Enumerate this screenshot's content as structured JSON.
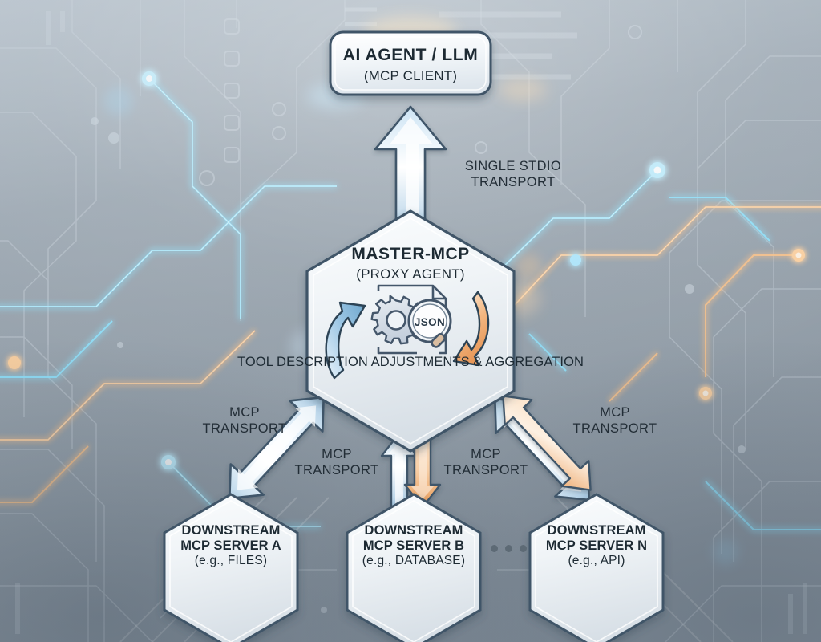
{
  "diagram": {
    "title_text_present": false,
    "background": {
      "style": "circuit-board",
      "base_color": "#9aa4ae",
      "trace_color": "#c4ced7",
      "glow_cyan": "#5ad8ff",
      "glow_orange": "#f6a95c"
    },
    "client_node": {
      "shape": "rounded-rect",
      "title": "AI AGENT / LLM",
      "subtitle": "(MCP CLIENT)",
      "fill": "#eef2f5",
      "border": "#44596b"
    },
    "proxy_node": {
      "shape": "hexagon",
      "title": "MASTER-MCP",
      "subtitle": "(PROXY AGENT)",
      "description_lines": [
        "TOOL DESCRIPTION",
        "ADJUSTMENTS &",
        "AGGREGATION"
      ],
      "icon_badge": "JSON",
      "icons": [
        "document-icon",
        "gear-icon",
        "magnifier-json-icon",
        "curved-arrow-left-blue",
        "curved-arrow-right-orange"
      ],
      "fill": "#eff2f5",
      "border": "#3f5568"
    },
    "servers": [
      {
        "shape": "hexagon",
        "line1": "DOWNSTREAM",
        "line2": "MCP SERVER A",
        "line3": "(e.g., FILES)"
      },
      {
        "shape": "hexagon",
        "line1": "DOWNSTREAM",
        "line2": "MCP SERVER B",
        "line3": "(e.g., DATABASE)"
      },
      {
        "shape": "hexagon",
        "line1": "DOWNSTREAM",
        "line2": "MCP SERVER N",
        "line3": "(e.g., API)"
      }
    ],
    "ellipsis": "•••",
    "connections": [
      {
        "id": "client-link",
        "from": "proxy_node",
        "to": "client_node",
        "arrow": "single-up",
        "color": "#bcd9ee",
        "label_lines": [
          "SINGLE STDIO",
          "TRANSPORT"
        ]
      },
      {
        "id": "server-a-link",
        "from": "proxy_node",
        "to": "server_a",
        "arrow": "double-headed-diagonal",
        "color": "#bcd9ee",
        "label_lines": [
          "MCP",
          "TRANSPORT"
        ]
      },
      {
        "id": "server-b-link",
        "from": "proxy_node",
        "to": "server_b",
        "arrow": "up-blue-down-orange",
        "color": "#bcd9ee",
        "label_lines": [
          "MCP",
          "TRANSPORT"
        ]
      },
      {
        "id": "server-b-link-right",
        "from": "proxy_node",
        "to": "server_b",
        "arrow": "down-orange",
        "color": "#f3b87c",
        "label_lines": [
          "MCP",
          "TRANSPORT"
        ]
      },
      {
        "id": "server-n-link",
        "from": "proxy_node",
        "to": "server_n",
        "arrow": "double-headed-diagonal-orange-blue",
        "color": "#f3b87c",
        "label_lines": [
          "MCP",
          "TRANSPORT"
        ]
      }
    ]
  }
}
